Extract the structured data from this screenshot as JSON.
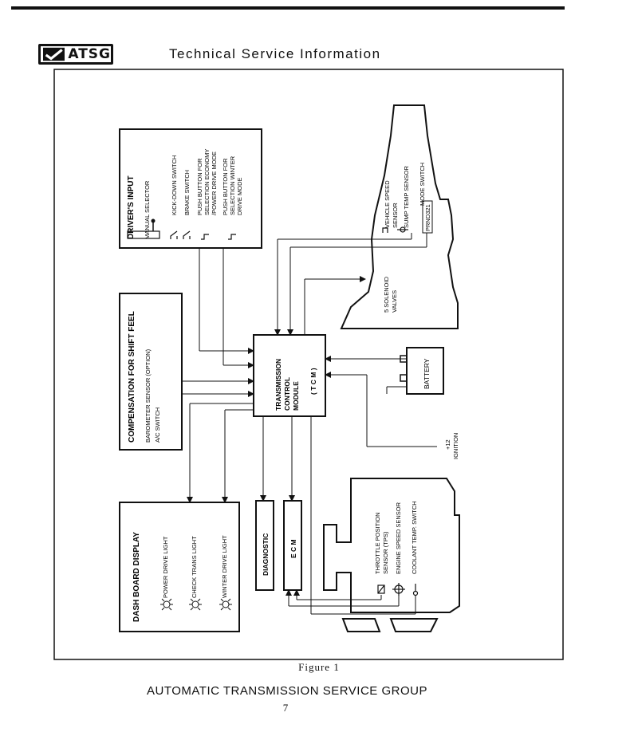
{
  "header": {
    "logo_text": "ATSG",
    "title": "Technical Service Information"
  },
  "drivers_input": {
    "title": "DRIVER'S INPUT",
    "items": [
      "MANUAL SELECTOR",
      "KICK-DOWN SWITCH",
      "BRAKE SWITCH",
      "PUSH BUTTON FOR",
      "SELECTION ECONOMY",
      "/POWER DRIVE MODE",
      "PUSH BUTTON FOR",
      "SELECTION WINTER",
      "DRIVE MODE"
    ]
  },
  "transmission": {
    "sensors": [
      "VEHICLE SPEED",
      "SENSOR",
      "SUMP TEMP SENSOR",
      "MODE SWITCH"
    ],
    "prnd_label": "PRND321",
    "solenoid": [
      "5 SOLENOID",
      "VALVES"
    ]
  },
  "compensation": {
    "title": "COMPENSATION FOR SHIFT FEEL",
    "items": [
      "BAROMETER SENSOR (OPTION)",
      "A/C SWITCH"
    ]
  },
  "tcm": {
    "lines": [
      "TRANSMISSION",
      "CONTROL",
      "MODULE",
      "( T C M )"
    ]
  },
  "battery": {
    "label": "BATTERY"
  },
  "ignition": {
    "lines": [
      "+12",
      "IGNITION"
    ]
  },
  "dashboard": {
    "title": "DASH BOARD DISPLAY",
    "items": [
      "POWER DRIVE LIGHT",
      "CHECK TRANS LIGHT",
      "WINTER DRIVE LIGHT"
    ]
  },
  "diagnostic": {
    "label": "DIAGNOSTIC"
  },
  "ecm": {
    "label": "E C M"
  },
  "engine": {
    "items": [
      "THROTTLE POSITION",
      "SENSOR (TPS)",
      "ENGINE SPEED SENSOR",
      "COOLANT TEMP. SWITCH"
    ]
  },
  "caption": "Figure 1",
  "footer": {
    "org": "AUTOMATIC TRANSMISSION SERVICE GROUP",
    "page": "7"
  }
}
